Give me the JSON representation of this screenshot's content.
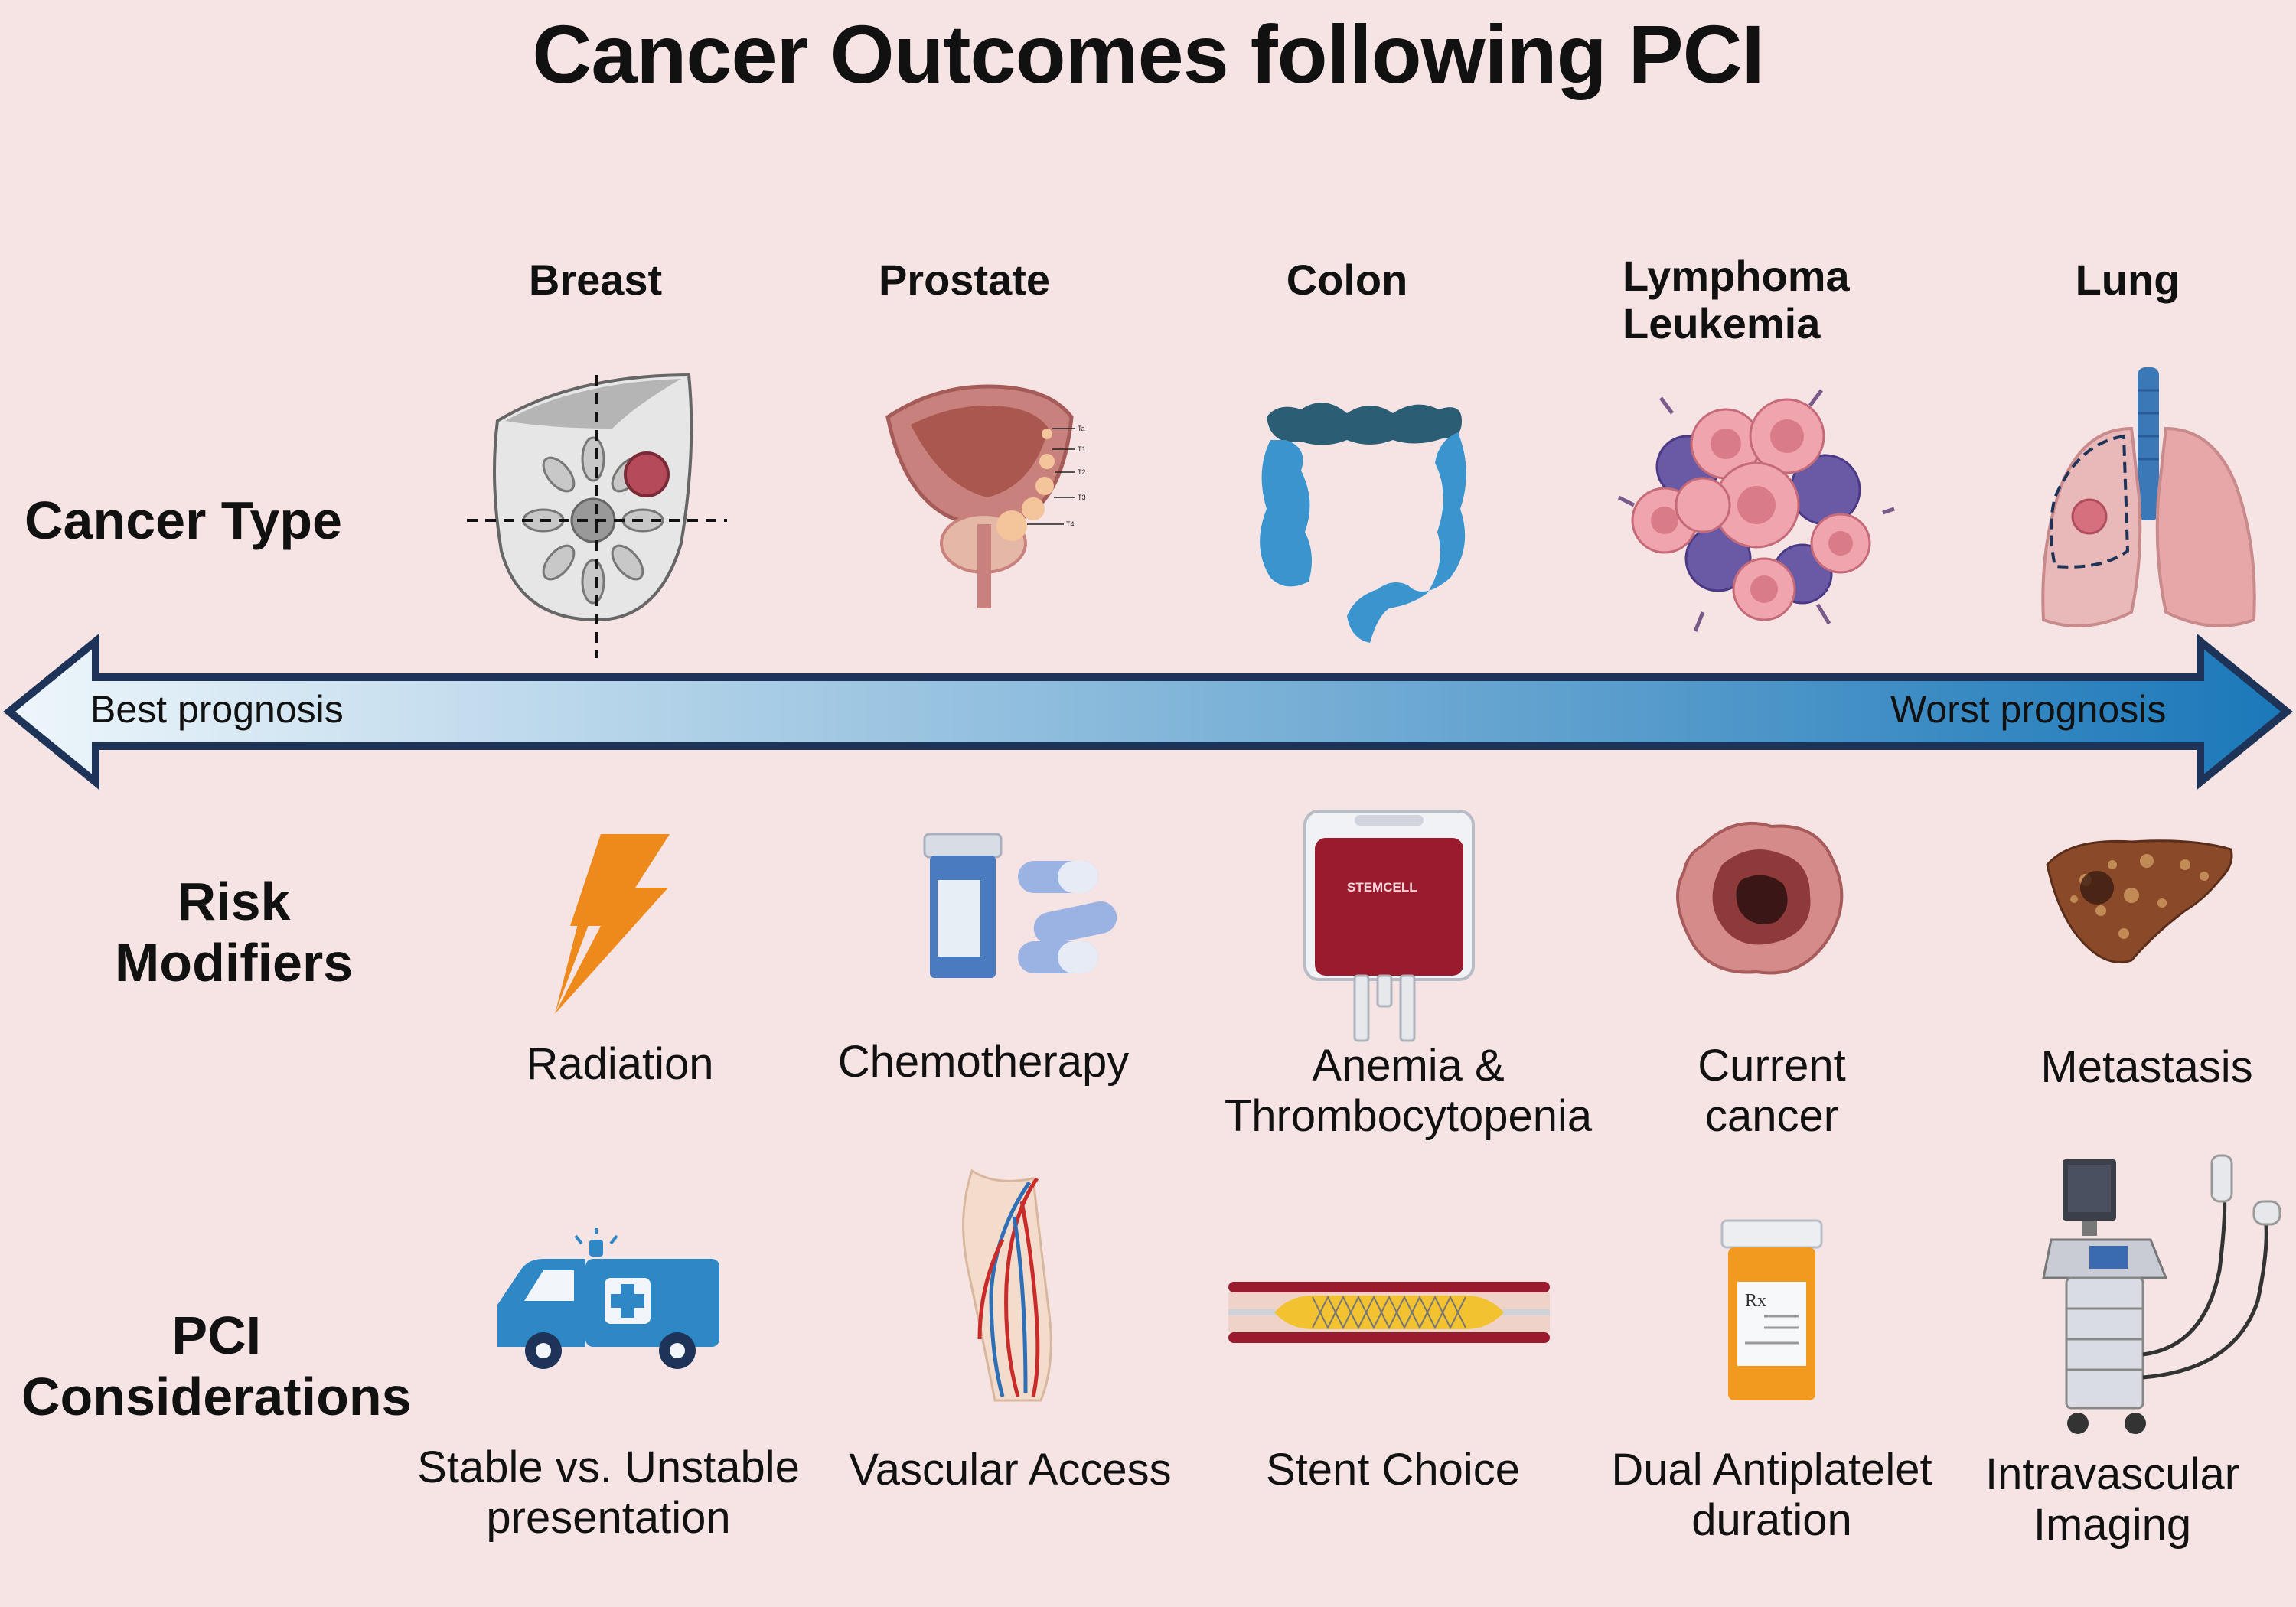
{
  "title": "Cancer Outcomes following PCI",
  "rows": {
    "cancer_type": "Cancer Type",
    "risk_modifiers": "Risk\nModifiers",
    "pci_considerations": "PCI\nConsiderations"
  },
  "cancer_types": [
    {
      "label": "Breast",
      "icon": "breast-tumor-icon"
    },
    {
      "label": "Prostate",
      "icon": "prostate-icon"
    },
    {
      "label": "Colon",
      "icon": "colon-icon"
    },
    {
      "label": "Lymphoma\nLeukemia",
      "icon": "blood-cancer-cells-icon"
    },
    {
      "label": "Lung",
      "icon": "lung-tumor-icon"
    }
  ],
  "prognosis": {
    "best": "Best prognosis",
    "worst": "Worst prognosis",
    "gradient_start": "#eef6fb",
    "gradient_end": "#1b78b9",
    "border": "#1e3358"
  },
  "risk_modifiers": [
    {
      "label": "Radiation",
      "icon": "lightning-icon"
    },
    {
      "label": "Chemotherapy",
      "icon": "pill-bottle-icon"
    },
    {
      "label": "Anemia &\nThrombocytopenia",
      "icon": "blood-bag-icon"
    },
    {
      "label": "Current\ncancer",
      "icon": "tumor-icon"
    },
    {
      "label": "Metastasis",
      "icon": "liver-metastasis-icon"
    }
  ],
  "pci_considerations": [
    {
      "label": "Stable vs. Unstable\npresentation",
      "icon": "ambulance-icon"
    },
    {
      "label": "Vascular Access",
      "icon": "arm-vessels-icon"
    },
    {
      "label": "Stent Choice",
      "icon": "stent-icon"
    },
    {
      "label": "Dual Antiplatelet\nduration",
      "icon": "prescription-bottle-icon"
    },
    {
      "label": "Intravascular\nImaging",
      "icon": "ultrasound-machine-icon"
    }
  ],
  "icon_texts": {
    "blood_bag_brand": "STEMCELL",
    "rx": "Rx",
    "prostate_stages": [
      "Ta",
      "T1",
      "T2",
      "T3",
      "T4"
    ]
  },
  "colors": {
    "background": "#f6e4e4",
    "colon": "#3a95cf",
    "colon_transverse": "#2b5d74",
    "lightning": "#ee8a1c",
    "blood_bag": "#9a1b2e",
    "pill_bottle": "#4a7ac0",
    "ambulance": "#2f88c6",
    "prescription_bottle": "#f29a1f"
  }
}
